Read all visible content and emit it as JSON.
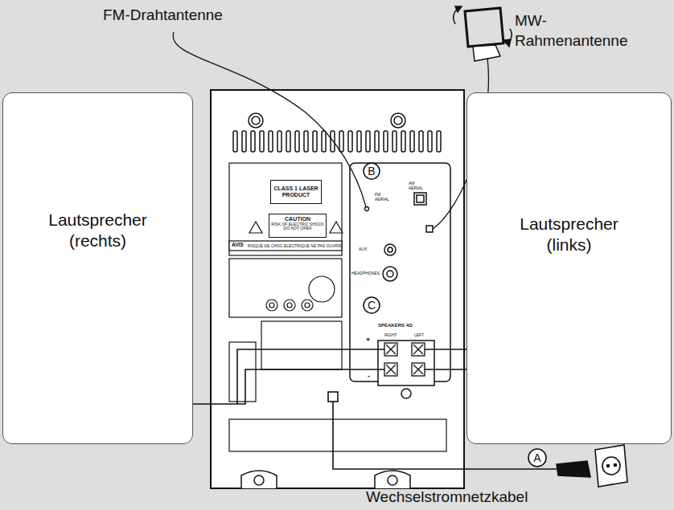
{
  "diagram": {
    "nodes": [
      {
        "text": [
          "Lautsprecher (rechts)"
        ]
      },
      {
        "text": [
          "CLASS 1 LASER PRODUCT"
        ]
      },
      {
        "text": [
          "CAUTION",
          "RISK OF ELECTRIC SHOCK DO NOT OPEN"
        ]
      },
      {
        "text": [
          "Lautsprecher (links)"
        ]
      }
    ],
    "labels": [
      "FM-Drahtantenne",
      "MW- Rahmenantenne",
      "AVIS",
      "RISQUE DE CHOC ELECTRIQUE NE PAS OUVRIR",
      "B",
      "FM AERIAL",
      "AM AERIAL",
      "AUX",
      "HEADPHONES",
      "C",
      "SPEAKERS 4Ω",
      "RIGHT",
      "LEFT",
      "+",
      "-",
      "A",
      "Wechselstromnetzkabel"
    ]
  }
}
